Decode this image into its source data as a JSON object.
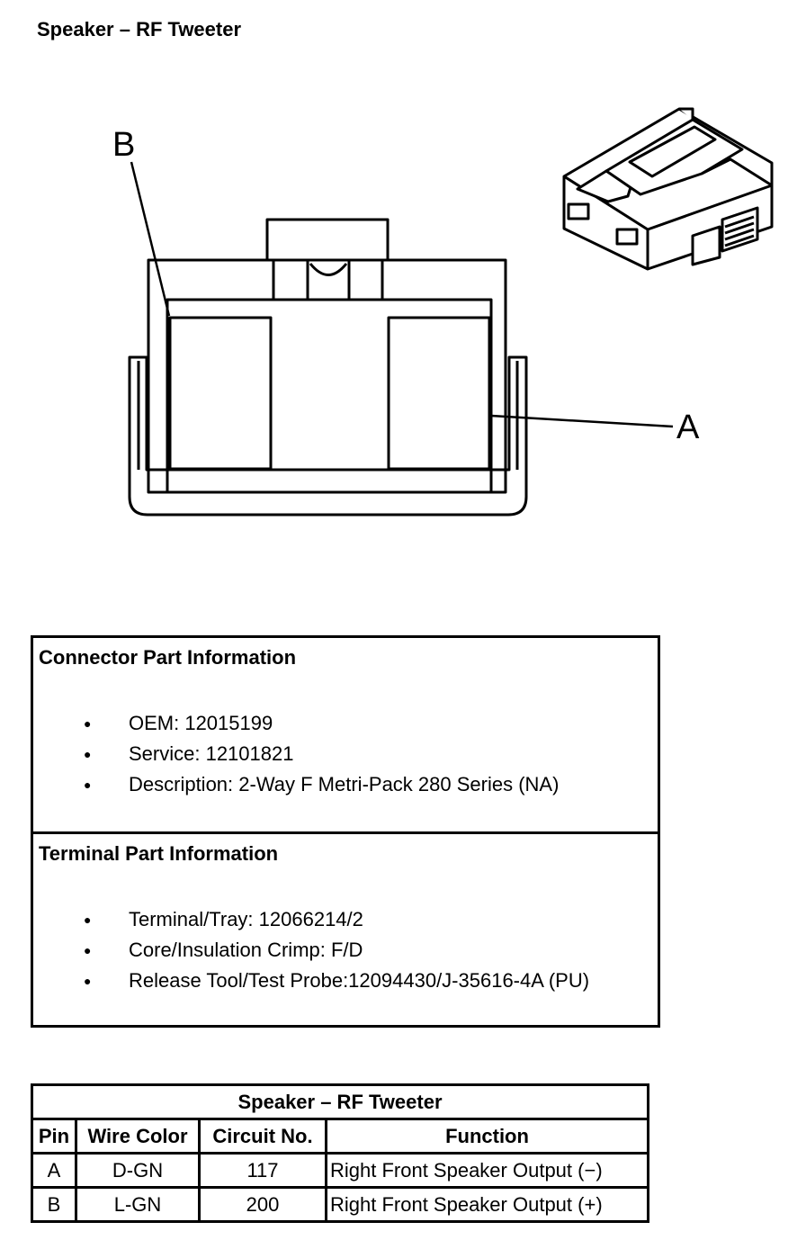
{
  "header": {
    "title": "Speaker – RF Tweeter"
  },
  "diagram": {
    "callout_b": "B",
    "callout_a": "A"
  },
  "connector_info": {
    "heading": "Connector Part Information",
    "items": [
      "OEM: 12015199",
      "Service: 12101821",
      "Description: 2-Way F Metri-Pack 280 Series (NA)"
    ]
  },
  "terminal_info": {
    "heading": "Terminal Part Information",
    "items": [
      "Terminal/Tray: 12066214/2",
      "Core/Insulation Crimp: F/D",
      "Release Tool/Test Probe:12094430/J-35616-4A (PU)"
    ]
  },
  "pin_table": {
    "title": "Speaker – RF Tweeter",
    "columns": [
      "Pin",
      "Wire Color",
      "Circuit No.",
      "Function"
    ],
    "rows": [
      {
        "pin": "A",
        "wire_color": "D-GN",
        "circuit": "117",
        "function": "Right Front Speaker Output (−)"
      },
      {
        "pin": "B",
        "wire_color": "L-GN",
        "circuit": "200",
        "function": "Right Front Speaker Output (+)"
      }
    ]
  }
}
